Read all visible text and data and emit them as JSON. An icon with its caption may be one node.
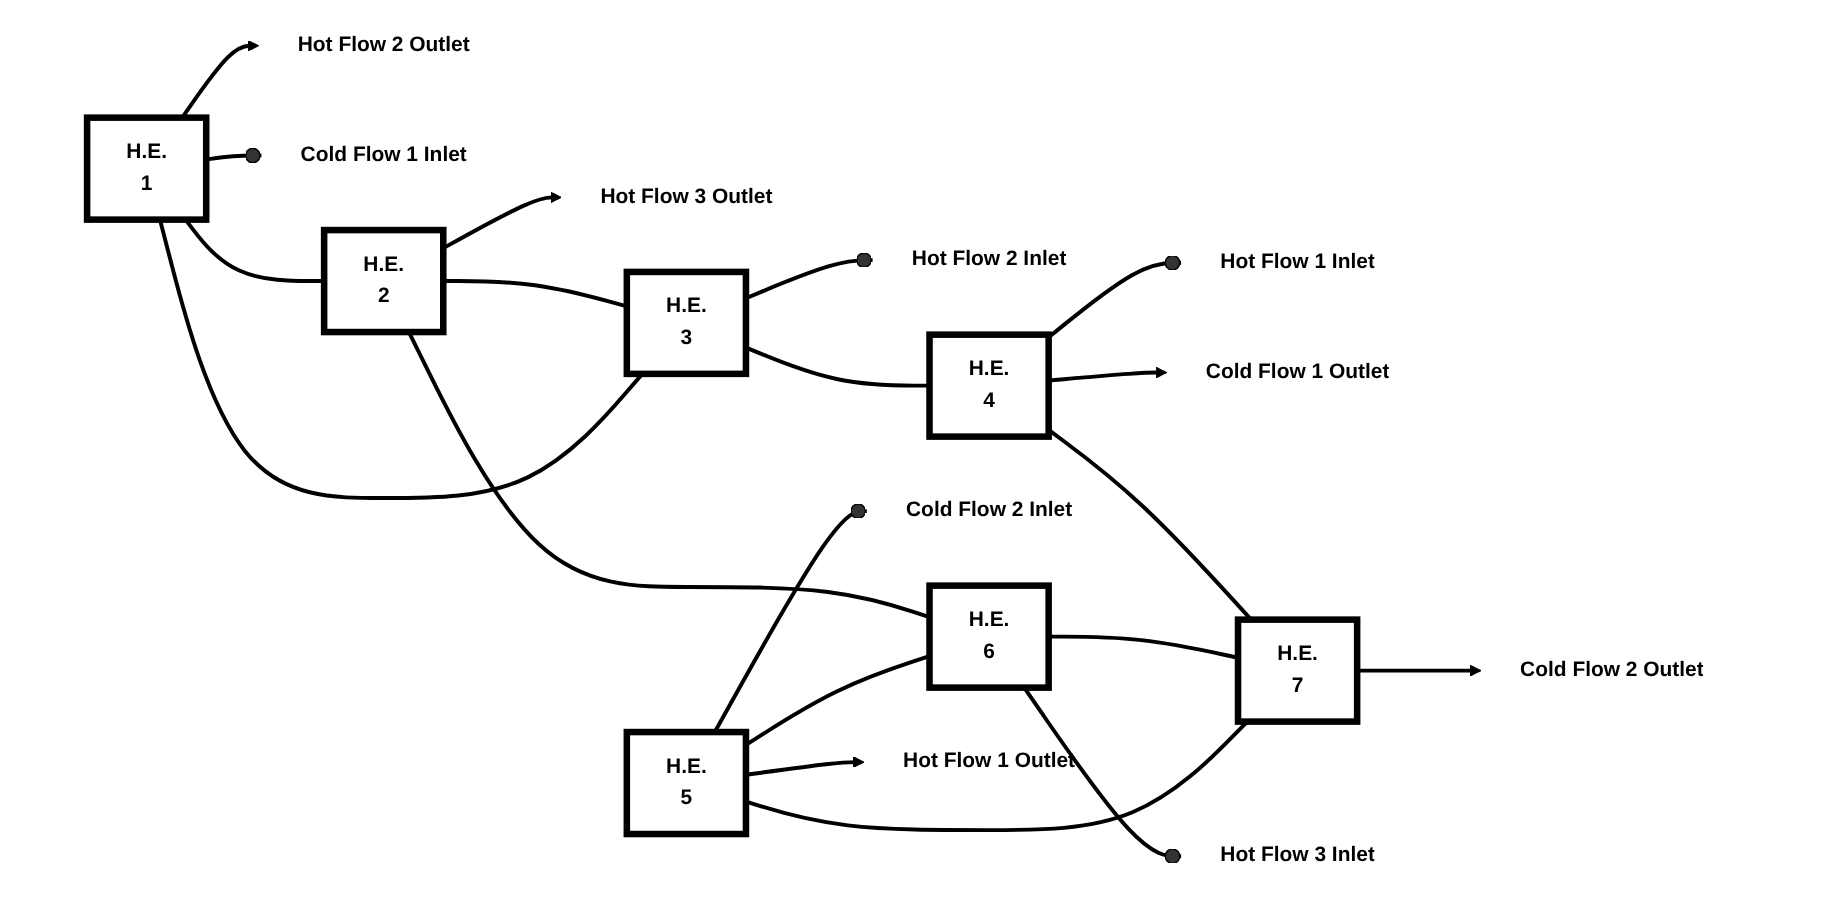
{
  "diagram": {
    "nodes": [
      {
        "text": [
          "Hot Flow 2 Outlet"
        ]
      },
      {
        "text": [
          "Hot Flow 3 Outlet"
        ]
      },
      {
        "text": [
          "Hot Flow 2 Inlet"
        ]
      },
      {
        "text": [
          "Hot Flow 1 Inlet"
        ]
      },
      {
        "text": [
          "Cold Flow 1 Inlet"
        ]
      },
      {
        "text": [
          "H.E.",
          "1"
        ]
      },
      {
        "text": [
          "H.E.",
          "2"
        ]
      },
      {
        "text": [
          "H.E.",
          "3"
        ]
      },
      {
        "text": [
          "H.E.",
          "4"
        ]
      },
      {
        "text": [
          "Cold Flow 1 Outlet"
        ]
      },
      {
        "text": [
          "Cold Flow 2 Inlet"
        ]
      },
      {
        "text": [
          "H.E.",
          "5"
        ]
      },
      {
        "text": [
          "H.E.",
          "6"
        ]
      },
      {
        "text": [
          "H.E.",
          "7"
        ]
      },
      {
        "text": [
          "Cold Flow 2 Outlet"
        ]
      },
      {
        "text": [
          "Hot Flow 1 Outlet"
        ]
      },
      {
        "text": [
          "Hot Flow 3 Inlet"
        ]
      }
    ],
    "edges": [
      {
        "from": 4,
        "to": 5,
        "arrow": "other"
      },
      {
        "from": 5,
        "to": 6,
        "arrow": "none"
      },
      {
        "from": 6,
        "to": 7,
        "arrow": "none"
      },
      {
        "from": 7,
        "to": 8,
        "arrow": "none"
      },
      {
        "from": 8,
        "to": 9,
        "arrow": "to"
      },
      {
        "from": 5,
        "to": 0,
        "arrow": "to"
      },
      {
        "from": 6,
        "to": 1,
        "arrow": "to"
      },
      {
        "from": 2,
        "to": 7,
        "arrow": "other"
      },
      {
        "from": 3,
        "to": 8,
        "arrow": "other"
      },
      {
        "from": 5,
        "to": 7,
        "arrow": "none"
      },
      {
        "from": 6,
        "to": 12,
        "arrow": "none"
      },
      {
        "from": 8,
        "to": 13,
        "arrow": "none"
      },
      {
        "from": 10,
        "to": 11,
        "arrow": "other"
      },
      {
        "from": 11,
        "to": 12,
        "arrow": "none"
      },
      {
        "from": 12,
        "to": 13,
        "arrow": "none"
      },
      {
        "from": 13,
        "to": 14,
        "arrow": "to"
      },
      {
        "from": 11,
        "to": 15,
        "arrow": "to"
      },
      {
        "from": 11,
        "to": 13,
        "arrow": "none"
      },
      {
        "from": 16,
        "to": 12,
        "arrow": "other"
      }
    ]
  }
}
